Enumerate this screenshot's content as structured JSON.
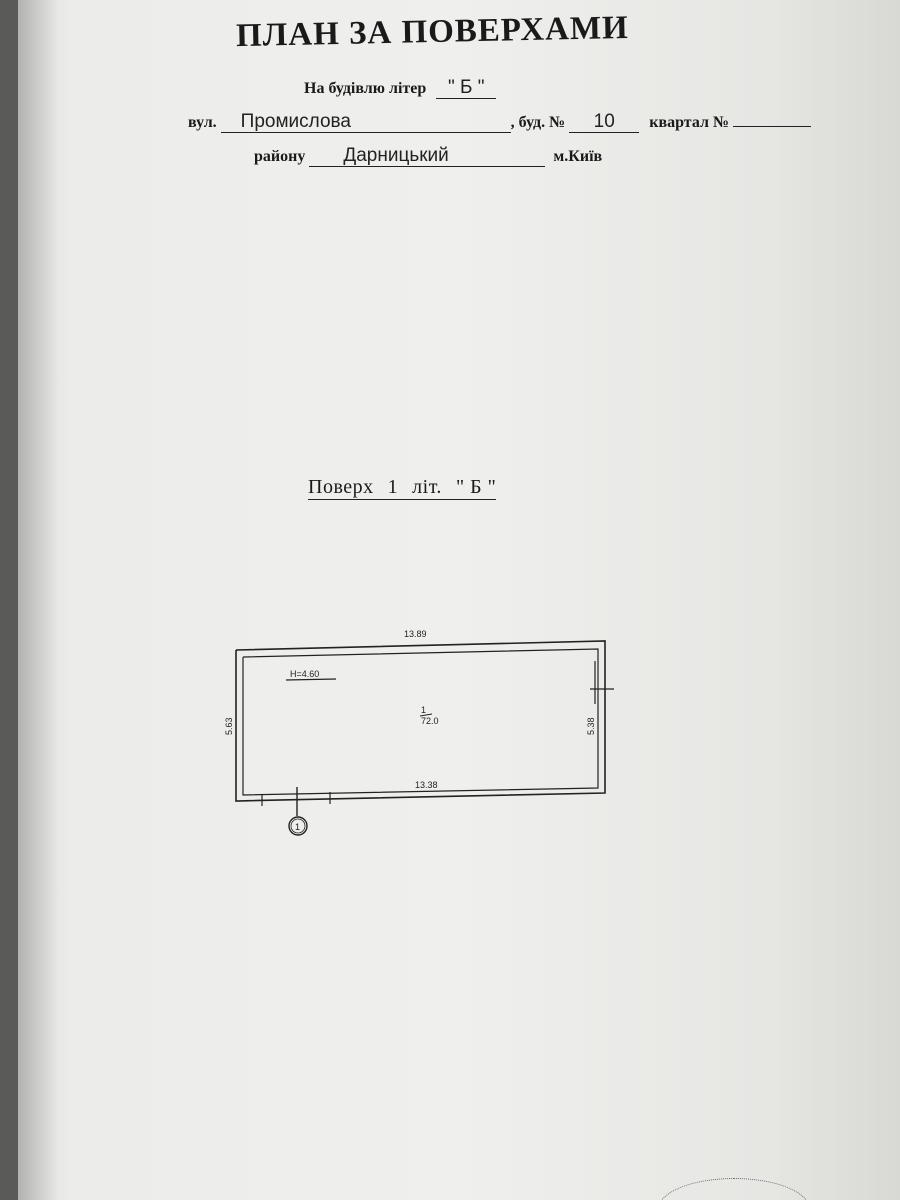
{
  "document": {
    "title": "ПЛАН ЗА ПОВЕРХАМИ",
    "building_label": "На будівлю літер",
    "building_letter": "\" Б \"",
    "street_label": "вул.",
    "street_value": "Промислова",
    "house_label": ", буд. №",
    "house_value": "10",
    "quarter_label": "квартал №",
    "quarter_value": "",
    "district_label": "району",
    "district_value": "Дарницький",
    "city": "м.Київ"
  },
  "floor": {
    "label": "Поверх",
    "number": "1",
    "letter_label": "літ.",
    "letter": "\" Б \""
  },
  "plan": {
    "top_length": "13.89",
    "bottom_length": "13.38",
    "left_width": "5.63",
    "right_width": "5.38",
    "height": "H=4.60",
    "room_area": "72.0",
    "room_number": "1",
    "entrance_marker": "1"
  }
}
